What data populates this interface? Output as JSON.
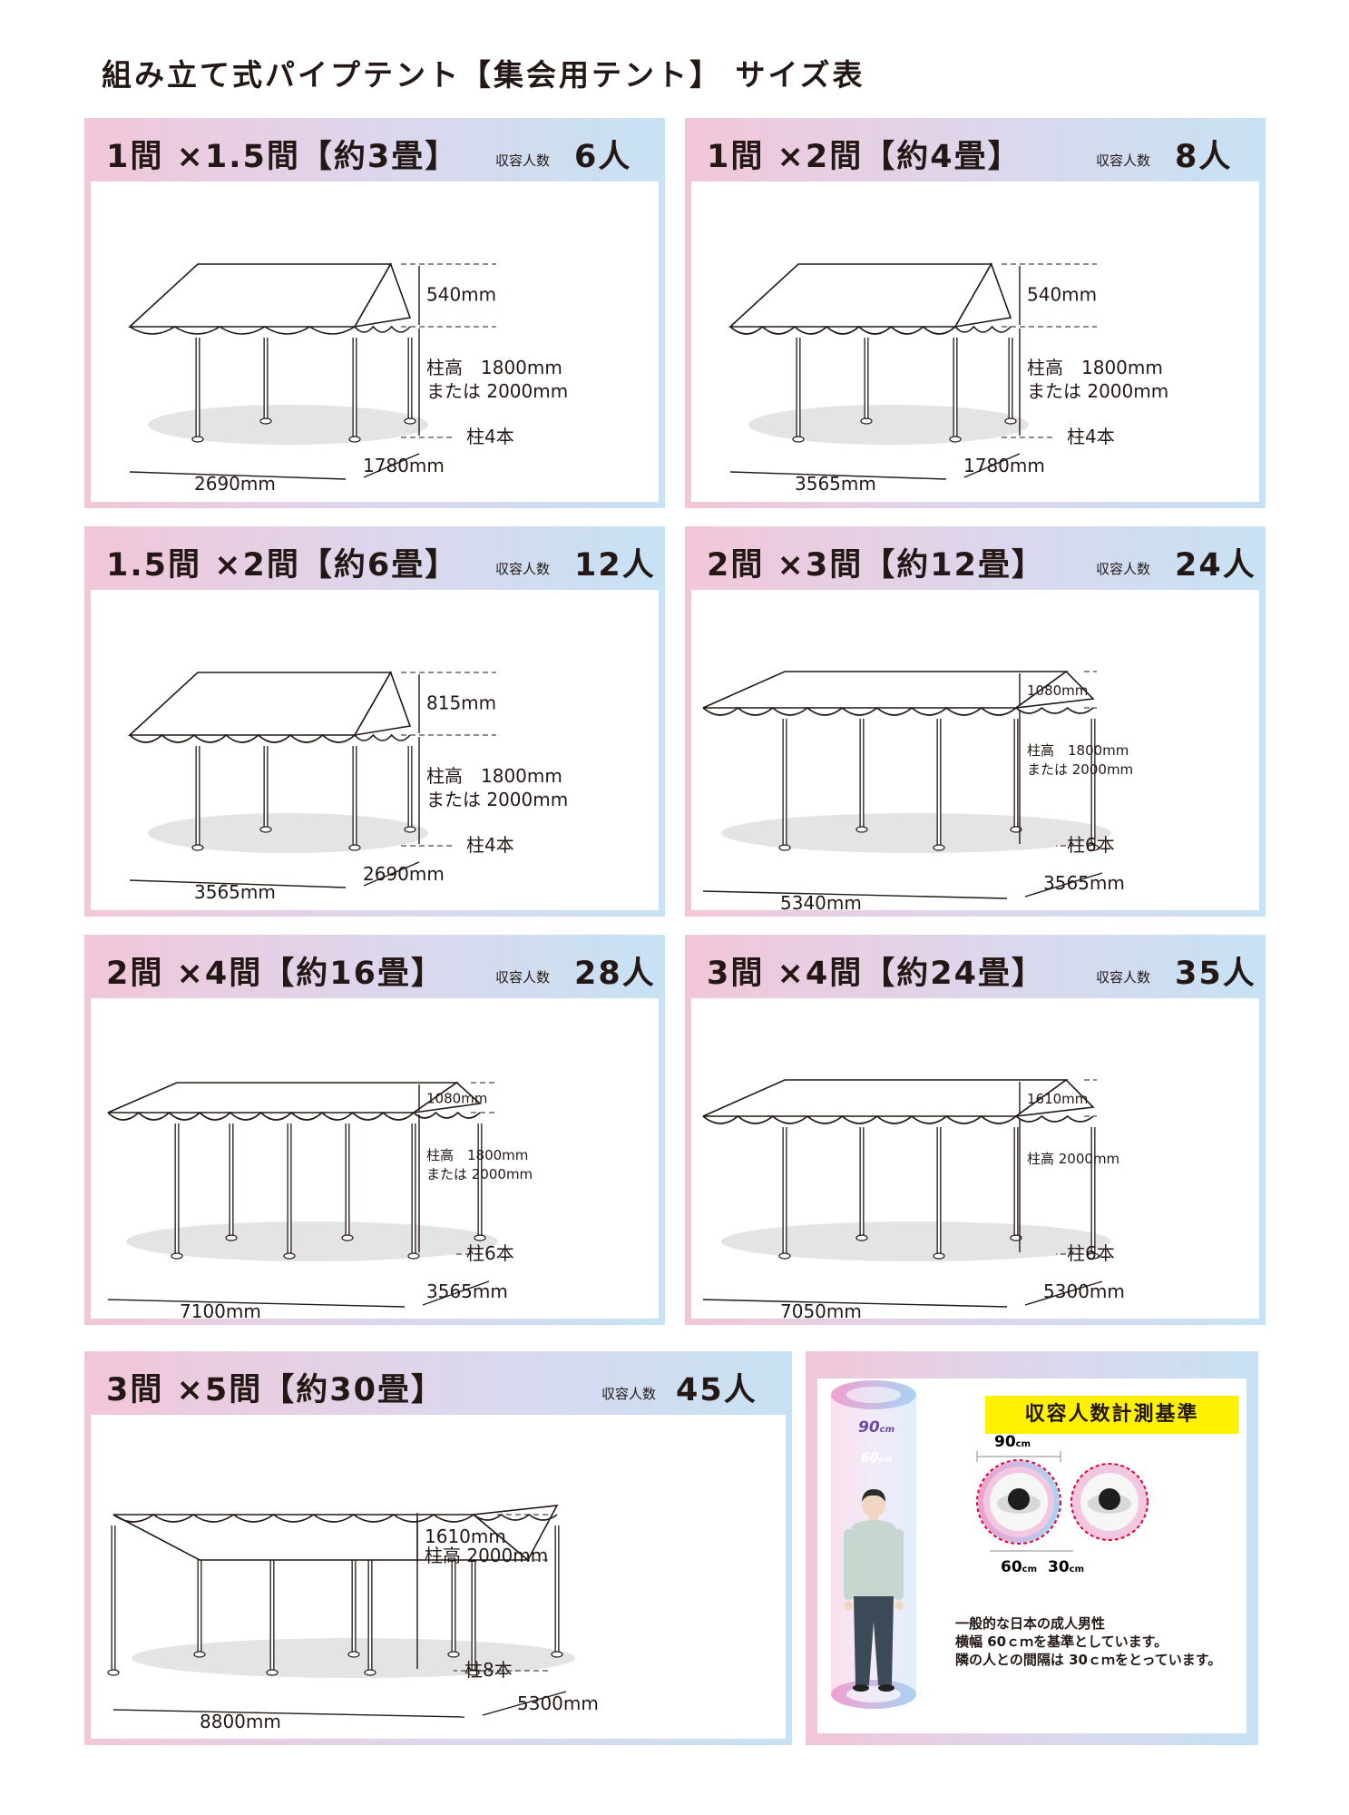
{
  "title": "組み立て式パイプテント【集会用テント】 サイズ表",
  "capacity_label": "収容人数",
  "tents": [
    {
      "size": "1間 ×1.5間【約3畳】",
      "capacity": "6人",
      "roof_height": "540mm",
      "pole_line1": "柱高　1800mm",
      "pole_line2": "または 2000mm",
      "poles": "柱4本",
      "width": "2690mm",
      "depth": "1780mm"
    },
    {
      "size": "1間 ×2間【約4畳】",
      "capacity": "8人",
      "roof_height": "540mm",
      "pole_line1": "柱高　1800mm",
      "pole_line2": "または 2000mm",
      "poles": "柱4本",
      "width": "3565mm",
      "depth": "1780mm"
    },
    {
      "size": "1.5間 ×2間【約6畳】",
      "capacity": "12人",
      "roof_height": "815mm",
      "pole_line1": "柱高　1800mm",
      "pole_line2": "または 2000mm",
      "poles": "柱4本",
      "width": "3565mm",
      "depth": "2690mm"
    },
    {
      "size": "2間 ×3間【約12畳】",
      "capacity": "24人",
      "roof_height": "1080mm",
      "pole_line1": "柱高　1800mm",
      "pole_line2": "または 2000mm",
      "poles": "柱6本",
      "width": "5340mm",
      "depth": "3565mm"
    },
    {
      "size": "2間 ×4間【約16畳】",
      "capacity": "28人",
      "roof_height": "1080mm",
      "pole_line1": "柱高　1800mm",
      "pole_line2": "または 2000mm",
      "poles": "柱6本",
      "width": "7100mm",
      "depth": "3565mm"
    },
    {
      "size": "3間 ×4間【約24畳】",
      "capacity": "35人",
      "roof_height": "1610mm",
      "pole_line1": "柱高 2000mm",
      "pole_line2": "",
      "poles": "柱6本",
      "width": "7050mm",
      "depth": "5300mm"
    },
    {
      "size": "3間 ×5間【約30畳】",
      "capacity": "45人",
      "roof_height": "1610mm",
      "pole_line1": "柱高 2000mm",
      "pole_line2": "",
      "poles": "柱8本",
      "width": "8800mm",
      "depth": "5300mm"
    }
  ],
  "standard": {
    "heading": "収容人数計測基準",
    "outer_value": "90",
    "inner_value": "60",
    "circle_width": "60",
    "gap_width": "30",
    "unit": "cm",
    "note_line1": "一般的な日本の成人男性",
    "note_line2": "横幅 60ｃｍを基準としています。",
    "note_line3": "隣の人との間隔は 30ｃｍをとっています。"
  },
  "colors": {
    "gradient_pink": "#f2c6d8",
    "gradient_lavender": "#ddd6ec",
    "gradient_blue": "#c7e2f4",
    "highlight_yellow": "#fff100",
    "ring_red": "#e60033"
  }
}
